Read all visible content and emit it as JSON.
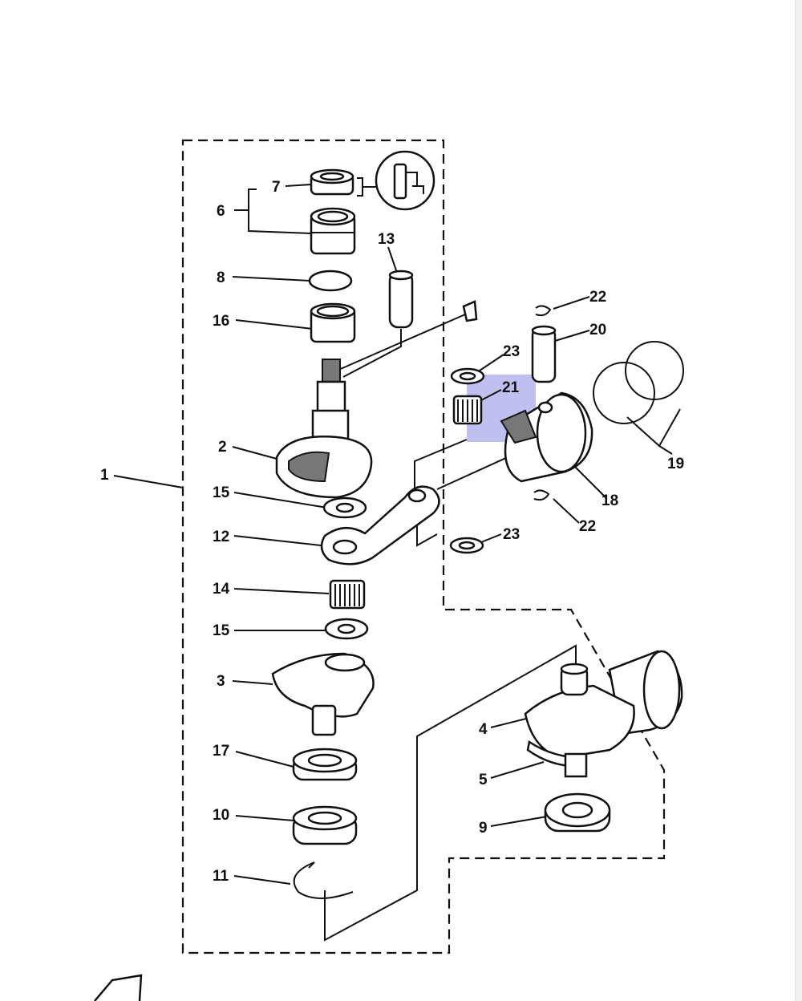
{
  "diagram": {
    "part_labels": {
      "p1": "1",
      "p2": "2",
      "p3": "3",
      "p4": "4",
      "p5": "5",
      "p6": "6",
      "p7": "7",
      "p8": "8",
      "p9": "9",
      "p10": "10",
      "p11": "11",
      "p12": "12",
      "p13": "13",
      "p14": "14",
      "p15a": "15",
      "p15b": "15",
      "p16": "16",
      "p17": "17",
      "p18": "18",
      "p19": "19",
      "p20": "20",
      "p21": "21",
      "p22a": "22",
      "p22b": "22",
      "p23a": "23",
      "p23b": "23"
    },
    "highlight": {
      "part": "21",
      "color": "#b8b8ee"
    },
    "icons": [
      "grease-symbol-icon",
      "fwd-arrow-icon"
    ]
  }
}
